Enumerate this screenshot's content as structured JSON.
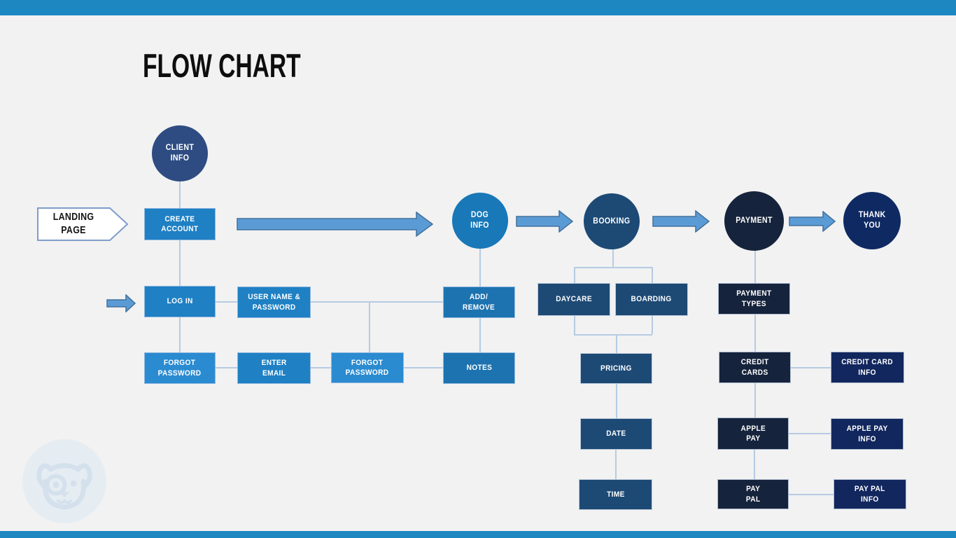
{
  "title": "FLOW CHART",
  "flow": {
    "landing_page": "LANDING\nPAGE",
    "client_info": "CLIENT\nINFO",
    "create_account": "CREATE\nACCOUNT",
    "log_in": "LOG IN",
    "username_password": "USER NAME &\nPASSWORD",
    "forgot_password_1": "FORGOT\nPASSWORD",
    "enter_email": "ENTER\nEMAIL",
    "forgot_password_2": "FORGOT\nPASSWORD",
    "add_remove": "ADD/\nREMOVE",
    "notes": "NOTES",
    "dog_info": "DOG\nINFO",
    "booking": "BOOKING",
    "daycare": "DAYCARE",
    "boarding": "BOARDING",
    "pricing": "PRICING",
    "date": "DATE",
    "time": "TIME",
    "payment": "PAYMENT",
    "payment_types": "PAYMENT\nTYPES",
    "credit_cards": "CREDIT\nCARDS",
    "credit_card_info": "CREDIT CARD\nINFO",
    "apple_pay": "APPLE\nPAY",
    "apple_pay_info": "APPLE PAY\nINFO",
    "pay_pal": "PAY\nPAL",
    "pay_pal_info": "PAY PAL\nINFO",
    "thank_you": "THANK\nYOU"
  },
  "icons": {
    "watermark": "dog-logo"
  },
  "colors": {
    "top_bar": "#1d87c2",
    "background": "#f2f2f2",
    "bright_blue_box": "#1f80c4",
    "light_blue_box": "#2b8bd0",
    "mid_blue_box": "#1d73b0",
    "dark_blue_box": "#1d4a75",
    "navy_box": "#16233c",
    "info_box": "#12275e",
    "client_info_circle": "#2e4c82",
    "dog_info_circle": "#1878b8",
    "thank_you_circle": "#0f2a63",
    "arrow_fill": "#5b9bd5",
    "arrow_stroke": "#41719c",
    "connector": "#b6cbe2"
  }
}
